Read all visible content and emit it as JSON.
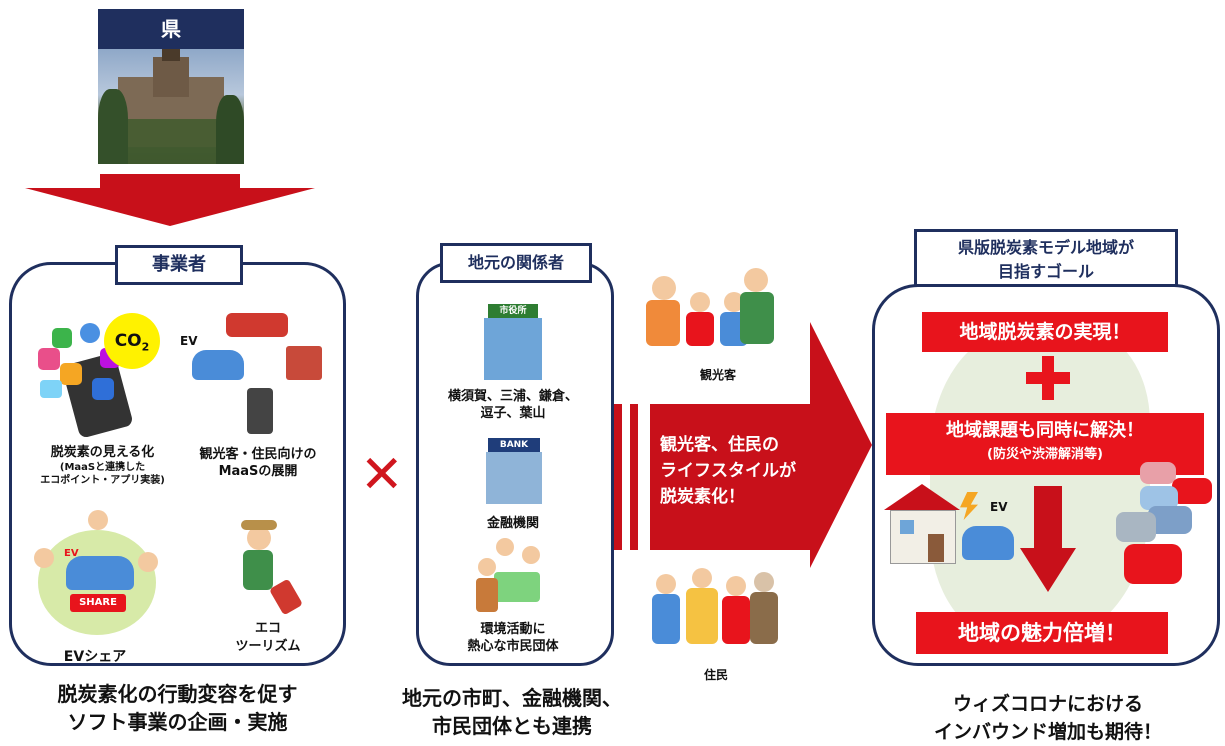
{
  "prefecture": {
    "label": "県"
  },
  "operators": {
    "title": "事業者",
    "item1": {
      "line1": "脱炭素の見える化",
      "line2": "(MaaSと連携した",
      "line3": "エコポイント・アプリ実装)"
    },
    "item2": {
      "line1": "観光客・住民向けの",
      "line2": "MaaSの展開"
    },
    "item3": {
      "label": "EVシェア"
    },
    "item4": {
      "line1": "エコ",
      "line2": "ツーリズム"
    },
    "co2_badge": "CO",
    "co2_sub": "2",
    "ev_tag": "EV",
    "share_badge": "SHARE",
    "ev_small": "EV",
    "caption_line1": "脱炭素化の行動変容を促す",
    "caption_line2": "ソフト事業の企画・実施"
  },
  "times_symbol": "✕",
  "locals": {
    "title": "地元の関係者",
    "city_hall_sign": "市役所",
    "city_hall_line1": "横須賀、三浦、鎌倉、",
    "city_hall_line2": "逗子、葉山",
    "bank_sign": "BANK",
    "bank_label": "金融機関",
    "group_line1": "環境活動に",
    "group_line2": "熱心な市民団体",
    "caption_line1": "地元の市町、金融機関、",
    "caption_line2": "市民団体とも連携"
  },
  "arrow": {
    "tourists_label": "観光客",
    "residents_label": "住民",
    "text_line1": "観光客、住民の",
    "text_line2": "ライフスタイルが",
    "text_line3": "脱炭素化！"
  },
  "goal": {
    "title_line1": "県版脱炭素モデル地域が",
    "title_line2": "目指すゴール",
    "box1": "地域脱炭素の実現！",
    "plus": "+",
    "box2_line1": "地域課題も同時に解決！",
    "box2_line2": "(防災や渋滞解消等)",
    "ev_tag": "EV",
    "box3": "地域の魅力倍増！",
    "caption_line1": "ウィズコロナにおける",
    "caption_line2": "インバウンド増加も期待！"
  },
  "colors": {
    "navy": "#1f2f5e",
    "red": "#e8141c",
    "dark_red": "#c8101a"
  }
}
